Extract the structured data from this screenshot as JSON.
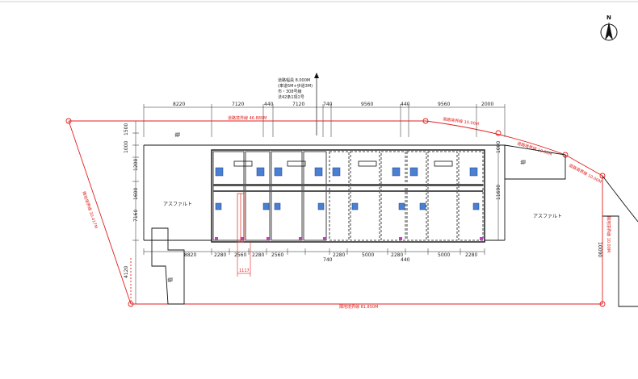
{
  "north_label": "N",
  "road_note": {
    "line1": "道路幅員 8.000M",
    "line2": "(車道5M+歩道3M)",
    "line3": "市・308号線",
    "line4": "法42条1項1号"
  },
  "dims_top": [
    "8220",
    "7120",
    "440",
    "7120",
    "740",
    "9560",
    "440",
    "9560",
    "2000"
  ],
  "dims_bottom": [
    "8820",
    "2280",
    "2560",
    "2280",
    "2560",
    "2280",
    "5000",
    "2280",
    "5000",
    "2280"
  ],
  "dims_bottom2": [
    "740",
    "440"
  ],
  "dims_left": [
    "1500",
    "1000",
    "1200",
    "1600",
    "7160",
    "4120"
  ],
  "dims_right": [
    "1000",
    "11690",
    "10090"
  ],
  "labels": {
    "asphalt_left": "アスファルト",
    "asphalt_right": "アスファルト",
    "plant_1": "植",
    "plant_2": "植",
    "plant_3": "植"
  },
  "boundaries": {
    "road_top": "道路境界線 46.880M",
    "road_right1": "道路境界線 10.00M",
    "road_right2": "道路境界線 10.00M",
    "road_right3": "道路境界線 10.00M",
    "land_bottom": "隣地境界線 81.850M",
    "land_left": "隣地境界線 30.417M",
    "land_right": "隣地境界線 10.00M",
    "small": "1117"
  }
}
